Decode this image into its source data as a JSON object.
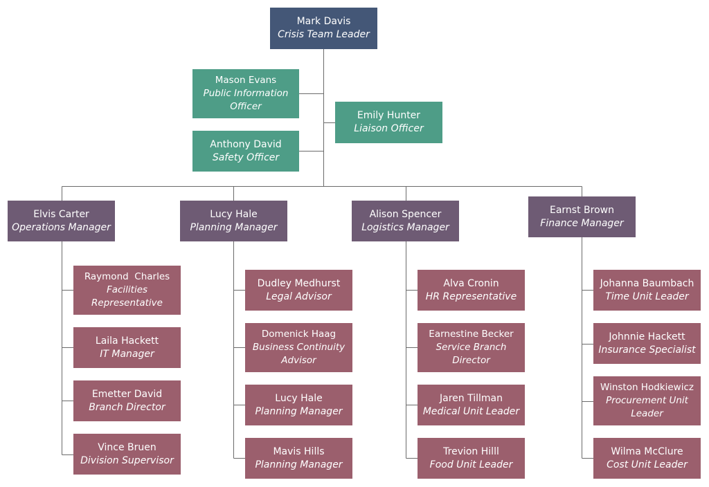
{
  "colors": {
    "leader": "#445777",
    "staff": "#4e9d87",
    "manager": "#6e5b74",
    "member": "#9b5f6d",
    "line": "#6a6a6a"
  },
  "leader": {
    "name": "Mark Davis",
    "role": "Crisis Team Leader"
  },
  "staff": [
    {
      "name": "Mason Evans",
      "role": "Public Information Officer"
    },
    {
      "name": "Emily Hunter",
      "role": "Liaison Officer"
    },
    {
      "name": "Anthony David",
      "role": "Safety Officer"
    }
  ],
  "managers": [
    {
      "name": "Elvis Carter",
      "role": "Operations Manager",
      "members": [
        {
          "name": "Raymond  Charles",
          "role": "Facilities Representative"
        },
        {
          "name": "Laila Hackett",
          "role": "IT Manager"
        },
        {
          "name": "Emetter David",
          "role": "Branch Director"
        },
        {
          "name": "Vince Bruen",
          "role": "Division Supervisor"
        }
      ]
    },
    {
      "name": "Lucy Hale",
      "role": "Planning Manager",
      "members": [
        {
          "name": "Dudley Medhurst",
          "role": "Legal Advisor"
        },
        {
          "name": "Domenick Haag",
          "role": "Business Continuity Advisor"
        },
        {
          "name": "Lucy Hale",
          "role": "Planning Manager"
        },
        {
          "name": "Mavis Hills",
          "role": "Planning Manager"
        }
      ]
    },
    {
      "name": "Alison Spencer",
      "role": "Logistics Manager",
      "members": [
        {
          "name": "Alva Cronin",
          "role": "HR Representative"
        },
        {
          "name": "Earnestine Becker",
          "role": "Service Branch Director"
        },
        {
          "name": "Jaren Tillman",
          "role": "Medical Unit Leader"
        },
        {
          "name": "Trevion Hilll",
          "role": "Food Unit Leader"
        }
      ]
    },
    {
      "name": "Earnst Brown",
      "role": "Finance Manager",
      "members": [
        {
          "name": "Johanna Baumbach",
          "role": "Time Unit Leader"
        },
        {
          "name": "Johnnie Hackett",
          "role": "Insurance Specialist"
        },
        {
          "name": "Winston Hodkiewicz",
          "role": "Procurement Unit Leader"
        },
        {
          "name": "Wilma McClure",
          "role": "Cost Unit Leader"
        }
      ]
    }
  ]
}
